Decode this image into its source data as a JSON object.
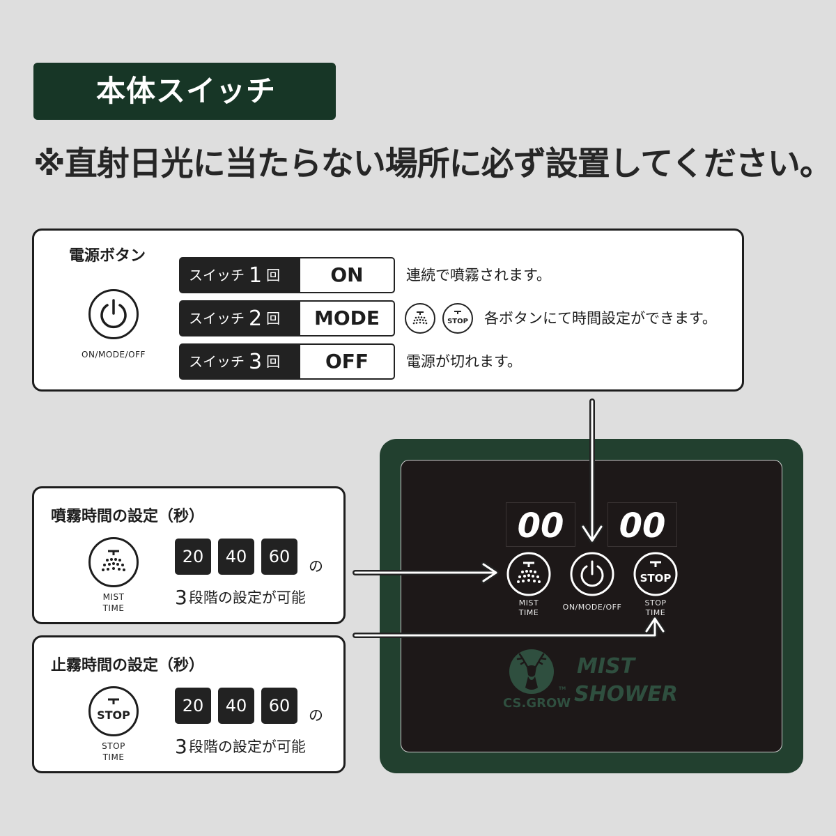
{
  "header": {
    "title": "本体スイッチ",
    "warning": "※直射日光に当たらない場所に必ず設置してください。"
  },
  "power_section": {
    "title": "電源ボタン",
    "caption": "ON/MODE/OFF",
    "rows": [
      {
        "prefix": "スイッチ",
        "number": "1",
        "suffix": "回",
        "value": "ON",
        "description": "連続で噴霧されます。"
      },
      {
        "prefix": "スイッチ",
        "number": "2",
        "suffix": "回",
        "value": "MODE",
        "description": "各ボタンにて時間設定ができます。"
      },
      {
        "prefix": "スイッチ",
        "number": "3",
        "suffix": "回",
        "value": "OFF",
        "description": "電源が切れます。"
      }
    ],
    "stop_icon_label": "STOP"
  },
  "mist_section": {
    "title": "噴霧時間の設定（秒）",
    "caption_line1": "MIST",
    "caption_line2": "TIME",
    "options": [
      "20",
      "40",
      "60"
    ],
    "no": "の",
    "stage_number": "3",
    "stage_text": "段階の設定が可能"
  },
  "stop_section": {
    "title": "止霧時間の設定（秒）",
    "icon_label": "STOP",
    "caption_line1": "STOP",
    "caption_line2": "TIME",
    "options": [
      "20",
      "40",
      "60"
    ],
    "no": "の",
    "stage_number": "3",
    "stage_text": "段階の設定が可能"
  },
  "device": {
    "left_display": "00",
    "right_display": "00",
    "mist_caption_line1": "MIST",
    "mist_caption_line2": "TIME",
    "power_caption": "ON/MODE/OFF",
    "stop_caption_line1": "STOP",
    "stop_caption_line2": "TIME",
    "stop_button_label": "STOP",
    "brand": "CS.GROW",
    "tm": "TM",
    "product_line1": "MIST",
    "product_line2": "SHOWER"
  },
  "colors": {
    "brand_green": "#173626",
    "device_frame": "#22402f",
    "device_panel": "#1d1818",
    "display_digits": "#ffffff",
    "logo_green": "#2f4f3f",
    "background": "#dedede"
  }
}
